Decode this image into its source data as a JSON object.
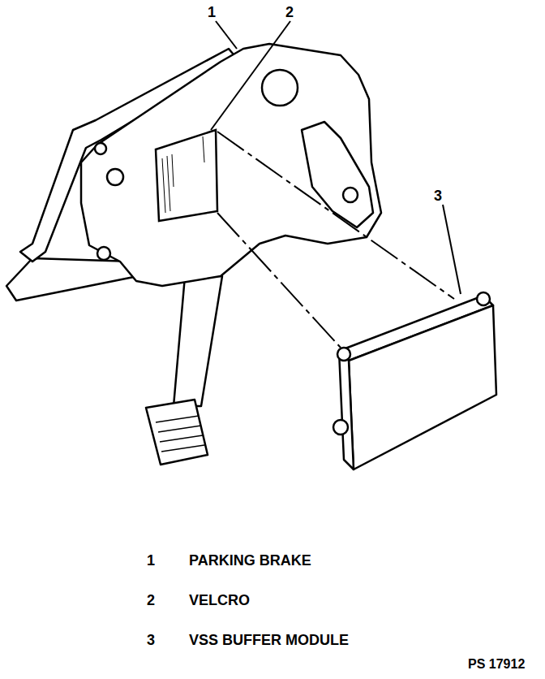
{
  "diagram": {
    "labels": [
      "1",
      "2",
      "3",
      "1",
      "PARKING BRAKE",
      "2",
      "VELCRO",
      "3",
      "VSS BUFFER MODULE",
      "PS 17912"
    ]
  }
}
